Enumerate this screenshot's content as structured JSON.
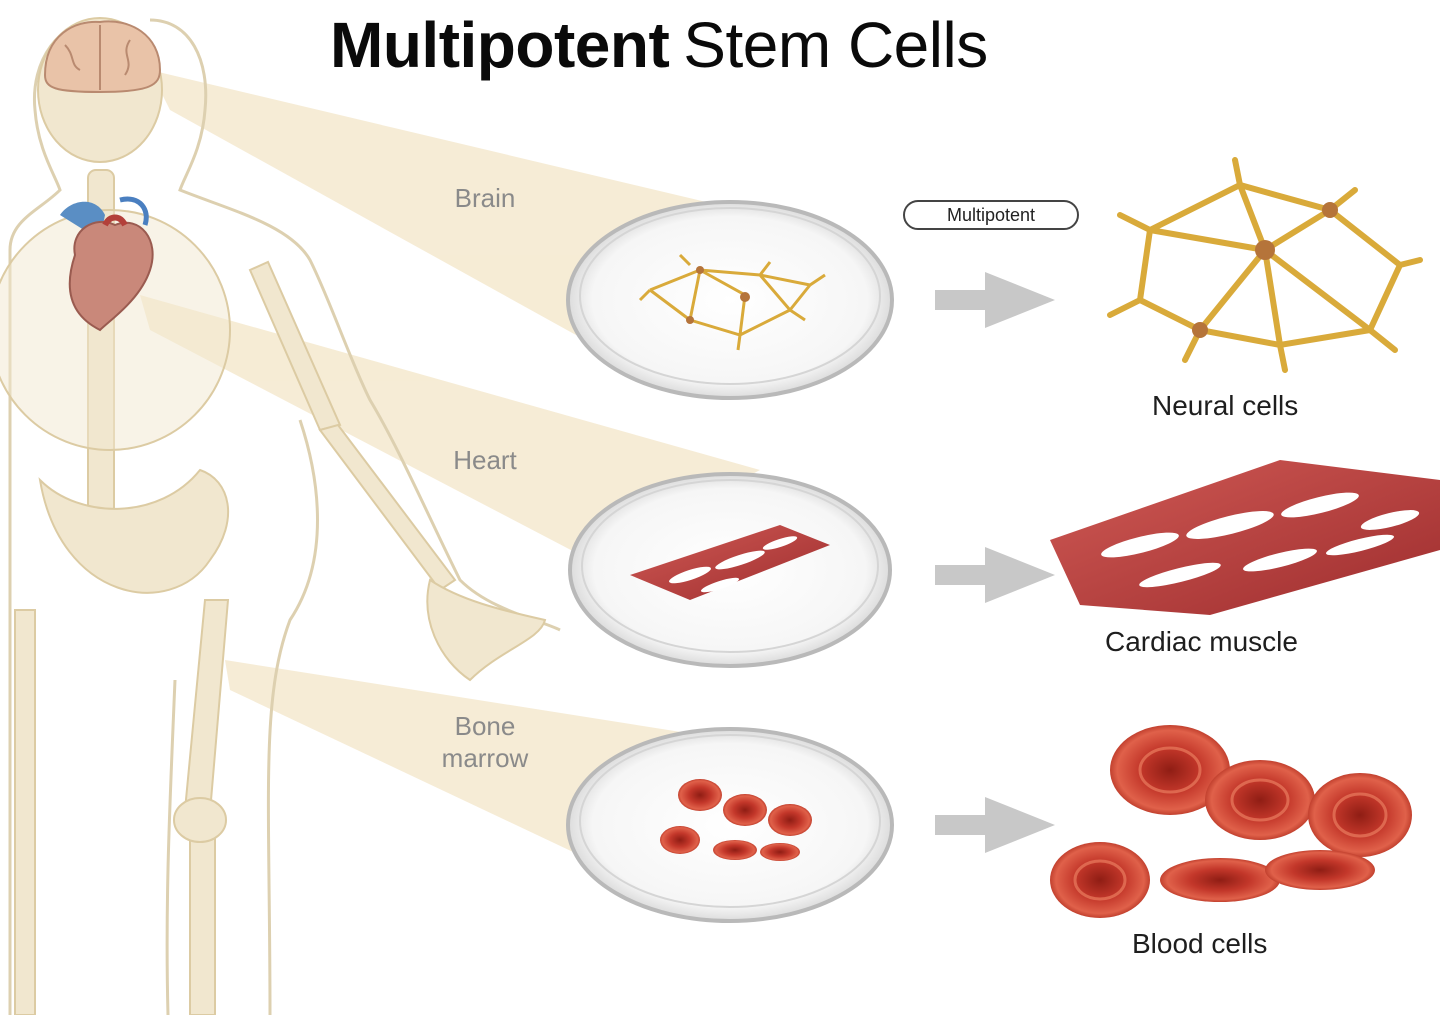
{
  "title": {
    "bold": "Multipotent",
    "light": "Stem Cells"
  },
  "badge": "Multipotent",
  "rows": [
    {
      "source_line1": "Brain",
      "source_line2": "",
      "result": "Neural cells"
    },
    {
      "source_line1": "Heart",
      "source_line2": "",
      "result": "Cardiac muscle"
    },
    {
      "source_line1": "Bone",
      "source_line2": "marrow",
      "result": "Blood cells"
    }
  ],
  "colors": {
    "skeleton": "#efe5cc",
    "projection": "#f3e6c8",
    "neuron": "#d9aa3a",
    "muscle": "#b5393a",
    "blood": "#c6352a",
    "arrow": "#c8c8c8"
  }
}
